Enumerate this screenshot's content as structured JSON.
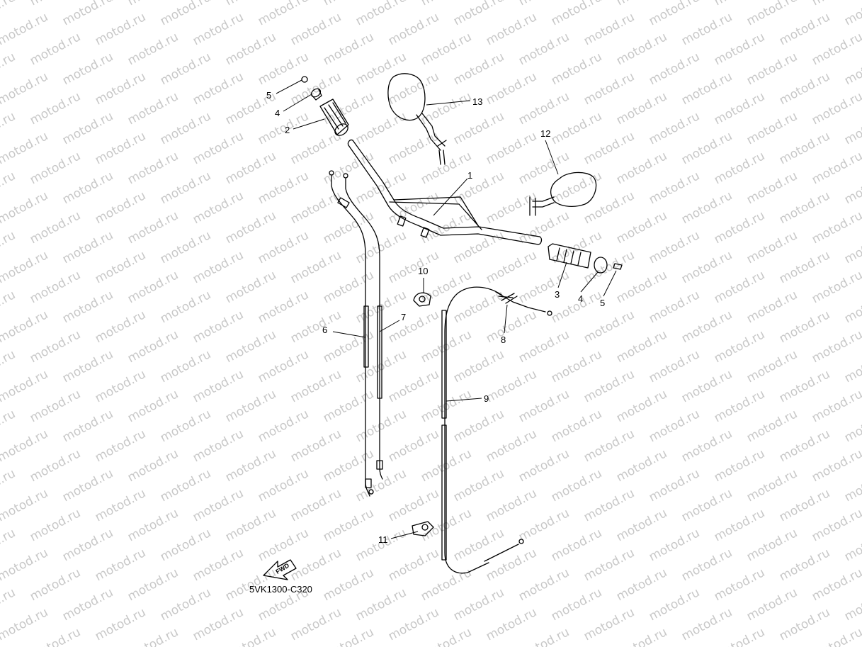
{
  "watermark": "motod.ru",
  "diagram_code": "5VK1300-C320",
  "fwd_label": "FWD",
  "callouts": [
    {
      "id": "c5a",
      "label": "5"
    },
    {
      "id": "c4a",
      "label": "4"
    },
    {
      "id": "c2",
      "label": "2"
    },
    {
      "id": "c13",
      "label": "13"
    },
    {
      "id": "c12",
      "label": "12"
    },
    {
      "id": "c1",
      "label": "1"
    },
    {
      "id": "c10",
      "label": "10"
    },
    {
      "id": "c3",
      "label": "3"
    },
    {
      "id": "c4b",
      "label": "4"
    },
    {
      "id": "c5b",
      "label": "5"
    },
    {
      "id": "c6",
      "label": "6"
    },
    {
      "id": "c7",
      "label": "7"
    },
    {
      "id": "c8",
      "label": "8"
    },
    {
      "id": "c9",
      "label": "9"
    },
    {
      "id": "c11",
      "label": "11"
    }
  ]
}
